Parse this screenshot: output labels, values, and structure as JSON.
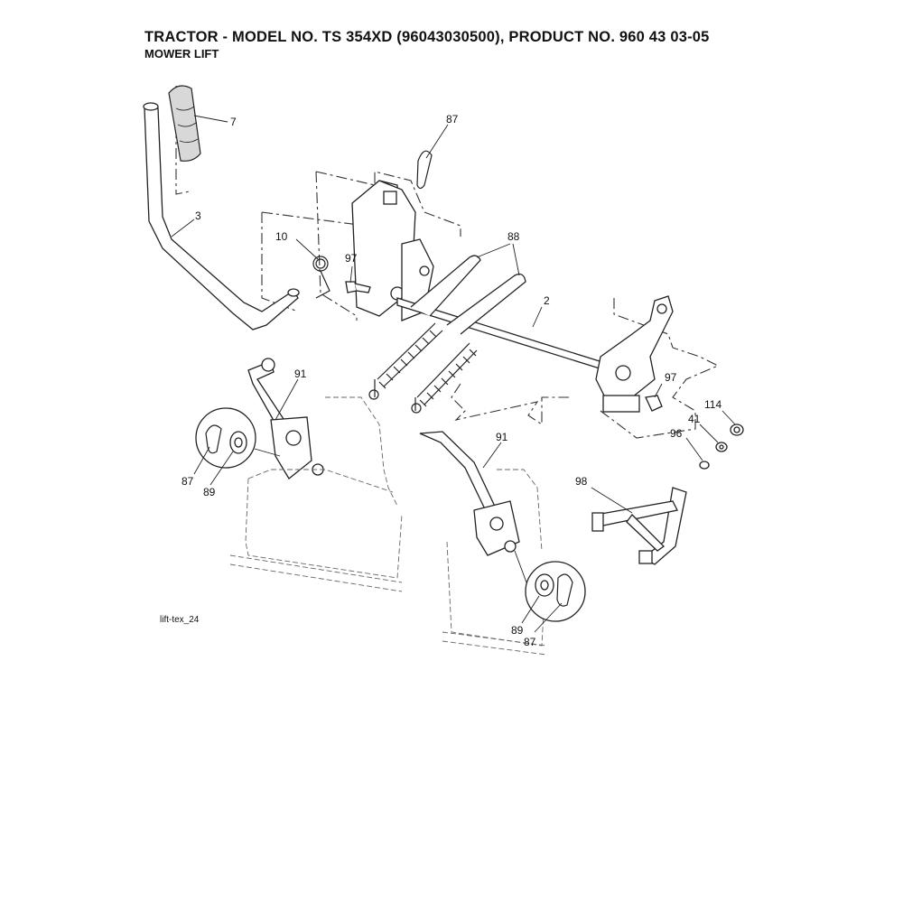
{
  "header": {
    "title": "TRACTOR - MODEL NO. TS 354XD (96043030500), PRODUCT NO. 960 43 03-05",
    "subtitle": "MOWER LIFT"
  },
  "callouts": {
    "c7": "7",
    "c87_top": "87",
    "c3": "3",
    "c10": "10",
    "c97_left": "97",
    "c88": "88",
    "c2": "2",
    "c91_left": "91",
    "c97_right": "97",
    "c114": "114",
    "c41": "41",
    "c96": "96",
    "c91_right": "91",
    "c98": "98",
    "c87_left": "87",
    "c89_left": "89",
    "c89_right": "89",
    "c87_right": "87"
  },
  "footer": {
    "reference": "lift-tex_24"
  }
}
